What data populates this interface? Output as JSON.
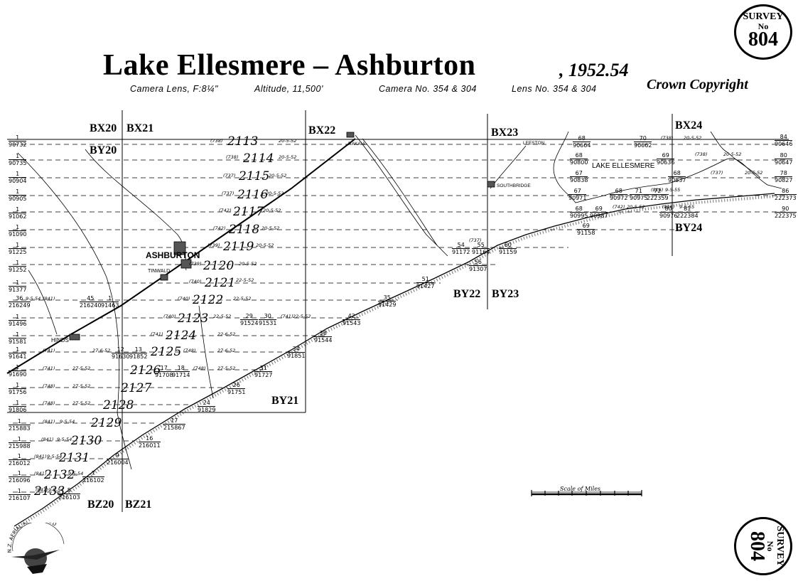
{
  "title": "Lake Ellesmere – Ashburton",
  "year": ", 1952.54",
  "camera_info": [
    "Camera Lens, F:8¼\"",
    "Altitude, 11,500'",
    "Camera No. 354 & 304",
    "Lens No. 354 & 304"
  ],
  "copyright": "Crown Copyright",
  "seal_top": {
    "word": "SURVEY",
    "no": "No",
    "number": "804"
  },
  "seal_bottom": {
    "word": "SURVEY",
    "no": "No",
    "number": "804"
  },
  "logo_text": "N.Z. AERIAL MAPPING LTD",
  "scale_label": "Scale of Miles",
  "sheets": [
    "BX20",
    "BX21",
    "BY20",
    "BX22",
    "BX23",
    "BX24",
    "BY24",
    "BY22",
    "BY23",
    "BY21",
    "BZ20",
    "BZ21"
  ],
  "places": [
    "ASHBURTON",
    "TINWALD",
    "HINDS",
    "RAKAIA",
    "LEESTON",
    "SOUTHBRIDGE",
    "LAKE ELLESMERE"
  ],
  "runs": [
    "2113",
    "2114",
    "2115",
    "2116",
    "2117",
    "2118",
    "2119",
    "2120",
    "2121",
    "2122",
    "2123",
    "2124",
    "2125",
    "2126",
    "2127",
    "2128",
    "2129",
    "2130",
    "2131",
    "2132",
    "2133"
  ],
  "run_dates": [
    "20-5-52",
    "20-5-52",
    "20-5-52",
    "20-5-52",
    "20-5-52",
    "20-5-52",
    "20-5-52",
    "20-5-52",
    "22-5-52",
    "22-5-52",
    "22-5-52",
    "22-6-52",
    "27-6-52",
    "27-6-52",
    "27-5-52",
    "27-5-52",
    "27-5-52",
    "27-5-52",
    "27-5-52",
    "9-5-55",
    "9-5-55",
    "22-5-52",
    "20-5-52",
    "20-5-52",
    "20-5-52",
    "9-5-55",
    "9-5-55",
    "9-5-54",
    "9-5-54",
    "9-5-54",
    "9-5-54",
    "9-5-54"
  ],
  "run_labels": [
    "(738)",
    "(738)",
    "(737)",
    "(737)",
    "(742)",
    "(742)",
    "(739)",
    "(739)",
    "(740)",
    "(740)",
    "(740)",
    "(741)",
    "(748)",
    "(741)",
    "(748)",
    "(748)",
    "(748)",
    "(741)",
    "(741)",
    "(741)",
    "(742)",
    "(738)",
    "(738)",
    "(737)",
    "(737)",
    "(816)",
    "(816)",
    "(841)",
    "(841)",
    "(841)",
    "(841)",
    "(841)",
    "(841)"
  ],
  "photos": [
    {
      "n": "1",
      "p": "90732"
    },
    {
      "n": "1",
      "p": "90735"
    },
    {
      "n": "1",
      "p": "90904"
    },
    {
      "n": "1",
      "p": "90905"
    },
    {
      "n": "1",
      "p": "91062"
    },
    {
      "n": "1",
      "p": "91090"
    },
    {
      "n": "1",
      "p": "91225"
    },
    {
      "n": "1",
      "p": "91252"
    },
    {
      "n": "1",
      "p": "91377"
    },
    {
      "n": "36",
      "p": "216249"
    },
    {
      "n": "1",
      "p": "91496"
    },
    {
      "n": "1",
      "p": "91581"
    },
    {
      "n": "1",
      "p": "91641"
    },
    {
      "n": "1",
      "p": "91690"
    },
    {
      "n": "1",
      "p": "91756"
    },
    {
      "n": "1",
      "p": "91806"
    },
    {
      "n": "1",
      "p": "215883"
    },
    {
      "n": "1",
      "p": "215988"
    },
    {
      "n": "1",
      "p": "216012"
    },
    {
      "n": "1",
      "p": "216096"
    },
    {
      "n": "1",
      "p": "216107"
    },
    {
      "n": "45",
      "p": "216240"
    },
    {
      "n": "1",
      "p": "91463"
    },
    {
      "n": "12",
      "p": "91630"
    },
    {
      "n": "13",
      "p": "91852"
    },
    {
      "n": "17",
      "p": "91708"
    },
    {
      "n": "18",
      "p": "91714"
    },
    {
      "n": "29",
      "p": "91524"
    },
    {
      "n": "30",
      "p": "91531"
    },
    {
      "n": "42",
      "p": "91543"
    },
    {
      "n": "35",
      "p": "91429"
    },
    {
      "n": "38",
      "p": "91544"
    },
    {
      "n": "34",
      "p": "91851"
    },
    {
      "n": "31",
      "p": "91727"
    },
    {
      "n": "26",
      "p": "91751"
    },
    {
      "n": "24",
      "p": "91829"
    },
    {
      "n": "17",
      "p": "215867"
    },
    {
      "n": "16",
      "p": "216011"
    },
    {
      "n": "9",
      "p": "216004"
    },
    {
      "n": "7",
      "p": "216102"
    },
    {
      "n": "5",
      "p": "216103"
    },
    {
      "n": "51",
      "p": "91427"
    },
    {
      "n": "54",
      "p": "91172"
    },
    {
      "n": "55",
      "p": "91164"
    },
    {
      "n": "60",
      "p": "91159"
    },
    {
      "n": "56",
      "p": "91307"
    },
    {
      "n": "68",
      "p": "90664"
    },
    {
      "n": "70",
      "p": "90662"
    },
    {
      "n": "68",
      "p": "90800"
    },
    {
      "n": "69",
      "p": "90636"
    },
    {
      "n": "80",
      "p": "90647"
    },
    {
      "n": "84",
      "p": "90646"
    },
    {
      "n": "67",
      "p": "90838"
    },
    {
      "n": "68",
      "p": "90837"
    },
    {
      "n": "78",
      "p": "90827"
    },
    {
      "n": "67",
      "p": "90971"
    },
    {
      "n": "68",
      "p": "90972"
    },
    {
      "n": "71",
      "p": "90975"
    },
    {
      "n": "72",
      "p": "222359"
    },
    {
      "n": "86",
      "p": "222373"
    },
    {
      "n": "68",
      "p": "90995"
    },
    {
      "n": "69",
      "p": "90987"
    },
    {
      "n": "80",
      "p": "90976"
    },
    {
      "n": "81",
      "p": "222384"
    },
    {
      "n": "90",
      "p": "222375"
    },
    {
      "n": "69",
      "p": "91158"
    }
  ]
}
